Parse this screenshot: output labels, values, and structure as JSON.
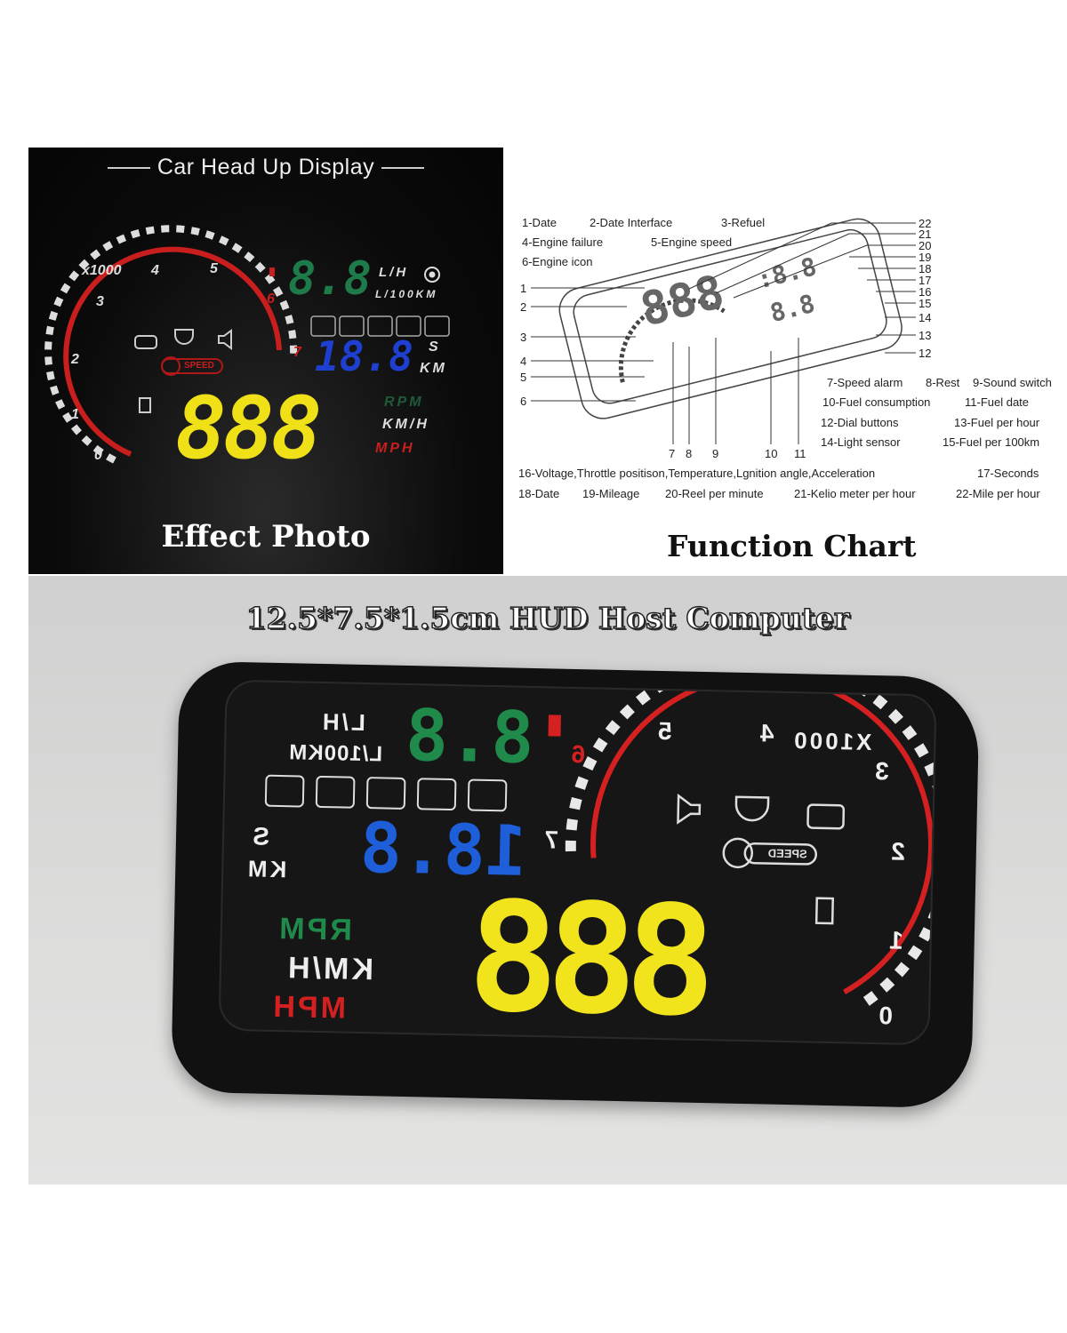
{
  "effect_panel": {
    "title": "Car Head Up Display",
    "caption": "Effect Photo",
    "rpm_multiplier": "x1000",
    "rpm_ticks": [
      "0",
      "1",
      "2",
      "3",
      "4",
      "5",
      "6",
      "7"
    ],
    "fuel_digits": "8.8",
    "fuel_units": [
      "L/H",
      "L/100KM"
    ],
    "distance_digits": "18.8",
    "distance_units": [
      "S",
      "KM"
    ],
    "speed_digits": "888",
    "speed_units": [
      "RPM",
      "KM/H",
      "MPH"
    ],
    "speed_alarm_label": "SPEED",
    "mode_icons": [
      "battery-icon",
      "gauge-icon",
      "temperature-icon",
      "d-icon",
      "angle-icon"
    ],
    "colors": {
      "red": "#c81e1e",
      "green": "#1f7a4a",
      "blue": "#1e3fd0",
      "yellow": "#f0e018"
    }
  },
  "function_chart": {
    "caption": "Function Chart",
    "legend_top": [
      "1-Date",
      "2-Date Interface",
      "3-Refuel",
      "4-Engine failure",
      "5-Engine speed",
      "6-Engine icon"
    ],
    "legend_right": [
      "7-Speed alarm",
      "8-Rest",
      "9-Sound switch",
      "10-Fuel consumption",
      "11-Fuel date",
      "12-Dial buttons",
      "13-Fuel per hour",
      "14-Light sensor",
      "15-Fuel per 100km"
    ],
    "legend_bottom": [
      "16-Voltage,Throttle positison,Temperature,Lgnition angle,Acceleration",
      "17-Seconds",
      "18-Date",
      "19-Mileage",
      "20-Reel per minute",
      "21-Kelio meter per hour",
      "22-Mile per hour"
    ],
    "left_numbers": [
      "1",
      "2",
      "3",
      "4",
      "5",
      "6"
    ],
    "bottom_numbers": [
      "7",
      "8",
      "9",
      "10",
      "11"
    ],
    "right_numbers": [
      "22",
      "21",
      "20",
      "19",
      "18",
      "17",
      "16",
      "15",
      "14",
      "13",
      "12"
    ]
  },
  "device_photo": {
    "title": "12.5*7.5*1.5cm  HUD Host Computer",
    "rpm_multiplier": "X1000",
    "rpm_ticks": [
      "0",
      "1",
      "2",
      "3",
      "4",
      "5",
      "6",
      "7"
    ],
    "fuel_digits": "8.8",
    "fuel_units": [
      "L/H",
      "L/100KM"
    ],
    "distance_digits": "18.8",
    "distance_units": [
      "S",
      "KM"
    ],
    "speed_digits": "888",
    "speed_units": [
      "RPM",
      "KM/H",
      "MPH"
    ],
    "speed_alarm_label": "SPEED"
  }
}
